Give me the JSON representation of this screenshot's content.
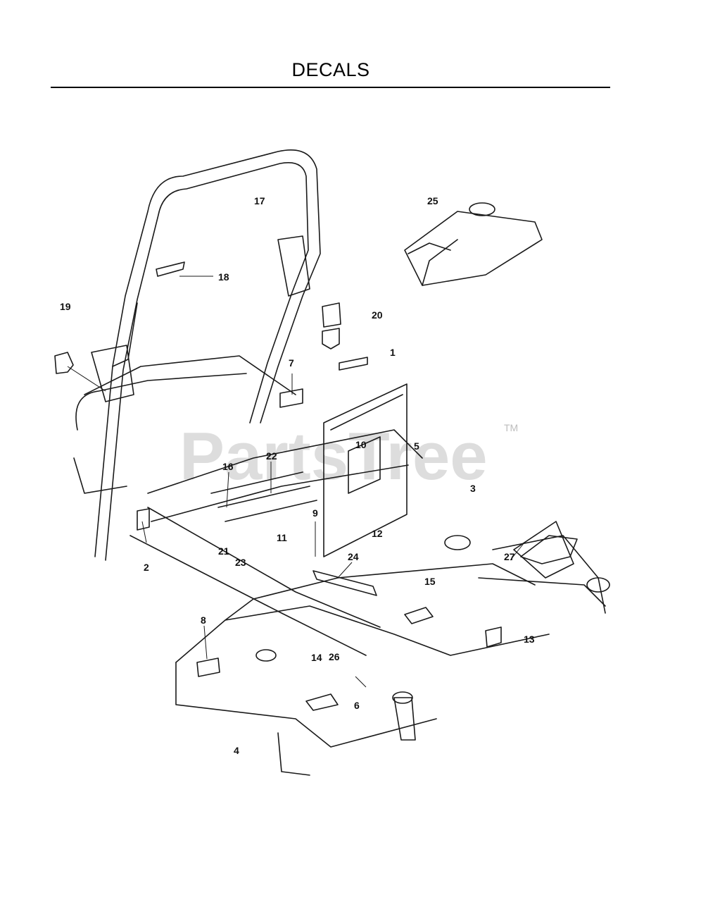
{
  "title": "DECALS",
  "watermark": {
    "text": "PartsTree",
    "trademark": "TM"
  },
  "callouts": [
    {
      "id": "1",
      "label": "1"
    },
    {
      "id": "2",
      "label": "2"
    },
    {
      "id": "3",
      "label": "3"
    },
    {
      "id": "4",
      "label": "4"
    },
    {
      "id": "5",
      "label": "5"
    },
    {
      "id": "6",
      "label": "6"
    },
    {
      "id": "7",
      "label": "7"
    },
    {
      "id": "8",
      "label": "8"
    },
    {
      "id": "9",
      "label": "9"
    },
    {
      "id": "10",
      "label": "10"
    },
    {
      "id": "11",
      "label": "11"
    },
    {
      "id": "12",
      "label": "12"
    },
    {
      "id": "13",
      "label": "13"
    },
    {
      "id": "14",
      "label": "14"
    },
    {
      "id": "15",
      "label": "15"
    },
    {
      "id": "16",
      "label": "16"
    },
    {
      "id": "17",
      "label": "17"
    },
    {
      "id": "18",
      "label": "18"
    },
    {
      "id": "19",
      "label": "19"
    },
    {
      "id": "20",
      "label": "20"
    },
    {
      "id": "21",
      "label": "21"
    },
    {
      "id": "22",
      "label": "22"
    },
    {
      "id": "23",
      "label": "23"
    },
    {
      "id": "24",
      "label": "24"
    },
    {
      "id": "25",
      "label": "25"
    },
    {
      "id": "26",
      "label": "26"
    },
    {
      "id": "27",
      "label": "27"
    }
  ]
}
